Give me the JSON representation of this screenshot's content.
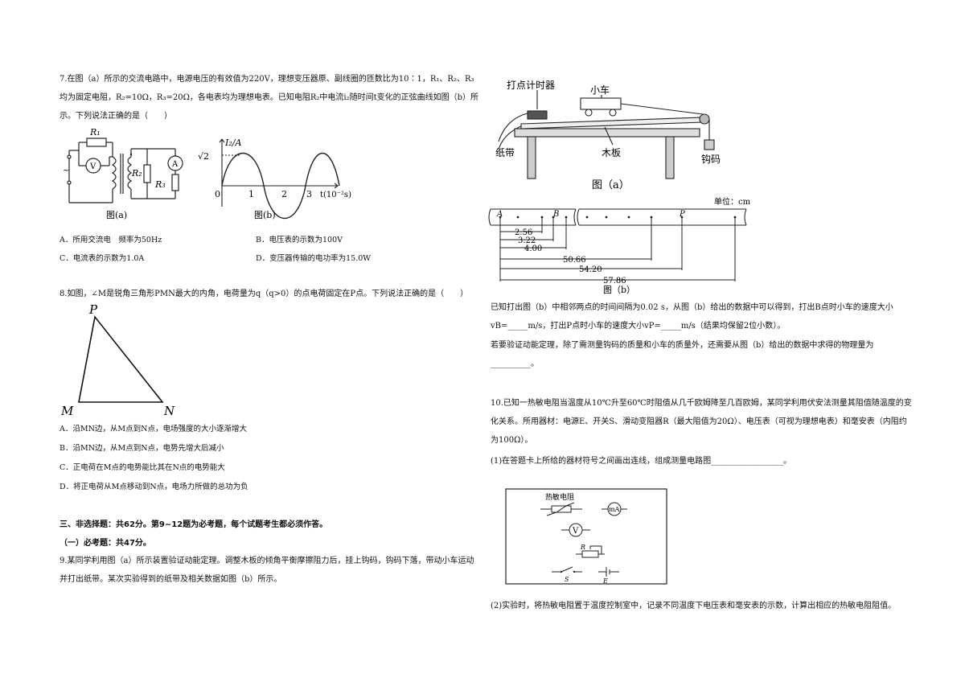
{
  "q7": {
    "text": "7.在图（a）所示的交流电路中，电源电压的有效值为220V，理想变压器原、副线圈的匝数比为10∶1，R₁、R₂、R₃均为固定电阻，R₂=10Ω，R₃=20Ω，各电表均为理想电表。已知电阻R₂中电流i₂随时间t变化的正弦曲线如图（b）所示。下列说法正确的是（　　）",
    "fig_a": {
      "caption": "图(a)",
      "r1": "R₁",
      "r2": "R₂",
      "r3": "R₃",
      "v": "V",
      "a": "A",
      "src": "~"
    },
    "fig_b": {
      "caption": "图(b)",
      "ylabel": "I₂/A",
      "ymax": "√2",
      "xlabel": "t(10⁻²s)",
      "ticks": [
        "0",
        "1",
        "2",
        "3"
      ]
    },
    "options": [
      "A．所用交流电　频率为50Hz",
      "B．电压表的示数为100V",
      "C．电流表的示数为1.0A",
      "D．变压器传输的电功率为15.0W"
    ]
  },
  "q8": {
    "text": "8.如图，∠M是锐角三角形PMN最大的内角，电荷量为q（q>0）的点电荷固定在P点。下列说法正确的是（　　）",
    "labels": {
      "p": "P",
      "m": "M",
      "n": "N"
    },
    "options": [
      "A．沿MN边，从M点到N点，电场强度的大小逐渐增大",
      "B．沿MN边，从M点到N点，电势先增大后减小",
      "C．正电荷在M点的电势能比其在N点的电势能大",
      "D．将正电荷从M点移动到N点，电场力所做的总功为负"
    ]
  },
  "section3": {
    "title": "三、非选择题：共62分。第9~12题为必考题，每个试题考生都必须作答。",
    "sub": "（一）必考题：共47分。"
  },
  "q9": {
    "text": "9.某同学利用图（a）所示装置验证动能定理。调整木板的倾角平衡摩擦阻力后，挂上钩码，钩码下落，带动小车运动并打出纸带。某次实验得到的纸带及相关数据如图（b）所示。",
    "fig_a": {
      "timer": "打点计时器",
      "cart": "小车",
      "tape": "纸带",
      "board": "木板",
      "weight": "钩码",
      "caption": "图（a）"
    },
    "fig_b": {
      "unit": "单位：cm",
      "points": [
        "A",
        "B",
        "P"
      ],
      "dims": [
        "2.56",
        "3.22",
        "4.00",
        "50.66",
        "54.20",
        "57.86"
      ],
      "caption": "图（b）"
    },
    "p1": "已知打出图（b）中相邻两点的时间间隔为0.02 s，从图（b）给出的数据中可以得到，打出B点时小车的速度大小vB=_____m/s，打出P点时小车的速度大小vP=_____m/s（结果均保留2位小数）。",
    "p2": "若要验证动能定理，除了需测量钩码的质量和小车的质量外，还需要从图（b）给出的数据中求得的物理量为__________。"
  },
  "q10": {
    "text": "10.已知一热敏电阻当温度从10℃升至60℃时阻值从几千欧姆降至几百欧姆，某同学利用伏安法测量其阻值随温度的变化关系。所用器材：电源E、开关S、滑动变阻器R（最大阻值为20Ω）、电压表（可视为理想电表）和毫安表（内阻约为100Ω）。",
    "p1": "(1)在答题卡上所给的器材符号之间画出连线，组成测量电路图__________________。",
    "box": {
      "thermistor": "热敏电阻",
      "ma": "mA",
      "v": "V",
      "r": "R",
      "s": "S",
      "e": "E"
    },
    "p2": "(2)实验时，将热敏电阻置于温度控制室中，记录不同温度下电压表和毫安表的示数，计算出相应的热敏电阻阻值。"
  }
}
